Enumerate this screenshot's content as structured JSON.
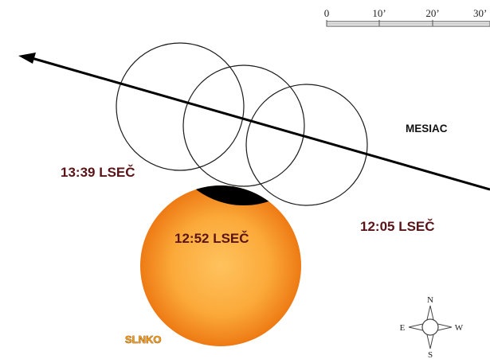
{
  "labels": {
    "moon": "MESIAC",
    "sun": "SLNKO",
    "time_start": "12:05 LSEČ",
    "time_max": "12:52 LSEČ",
    "time_end": "13:39 LSEČ"
  },
  "scale": {
    "ticks": [
      "0",
      "10’",
      "20’",
      "30’"
    ]
  },
  "compass": {
    "north": "N",
    "south": "S",
    "east": "E",
    "west": "W"
  },
  "colors": {
    "sun_center": "#ffc060",
    "sun_edge": "#ee7a14",
    "time_labels": "#5a1418",
    "sun_label": "#f39c1e",
    "occulted": "#000000"
  }
}
